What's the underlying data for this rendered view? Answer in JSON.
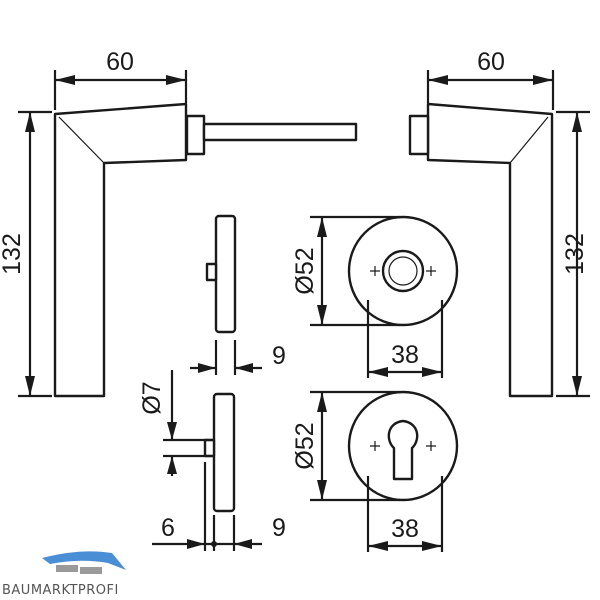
{
  "dimensions": {
    "left_handle_width": "60",
    "right_handle_width": "60",
    "left_handle_height": "132",
    "right_handle_height": "132",
    "top_rose_diameter": "Ø52",
    "top_rose_width": "38",
    "top_rose_thickness": "9",
    "bottom_rose_diameter": "Ø52",
    "bottom_rose_width": "38",
    "bottom_rose_thickness": "9",
    "spindle_diameter": "Ø7",
    "spindle_offset": "6"
  },
  "logo": {
    "text": "BAUMARKTPROFI",
    "colors": [
      "#4a8fd6",
      "#8a8a8a"
    ]
  },
  "line_color": "#1a1a1a"
}
